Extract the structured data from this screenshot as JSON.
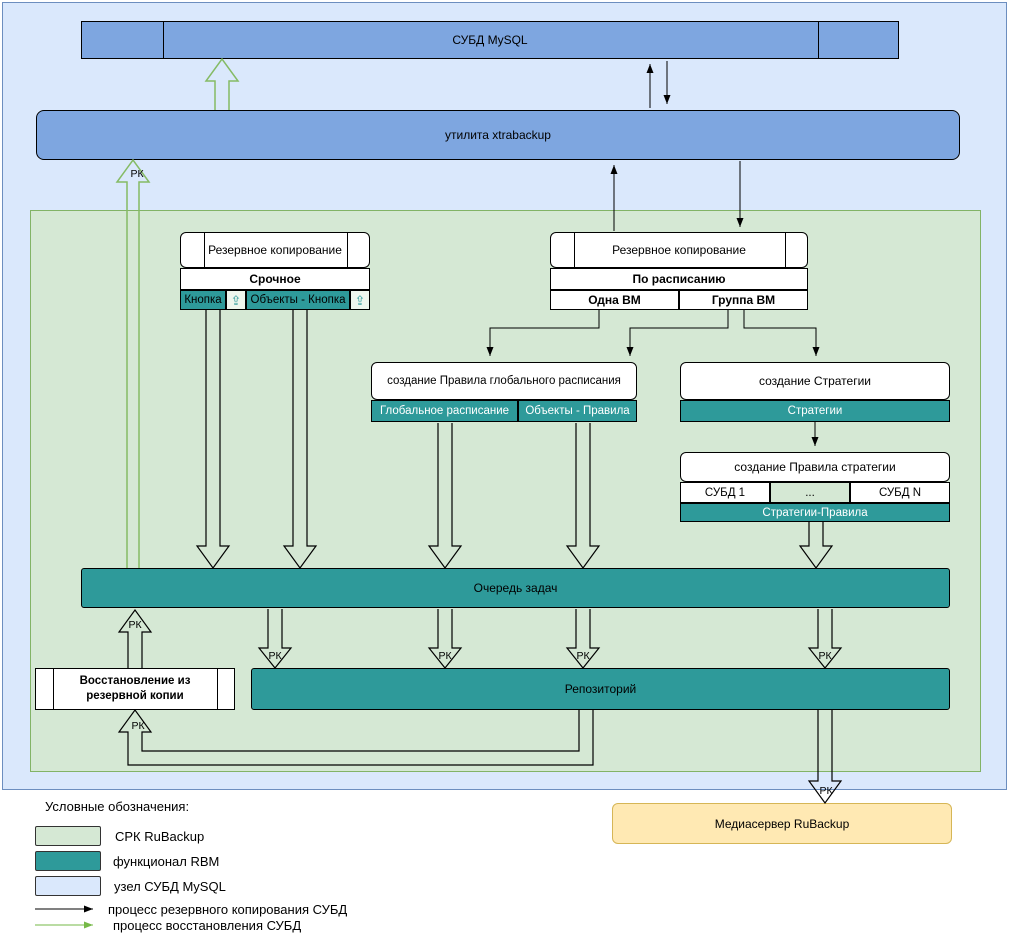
{
  "labels": {
    "rk": "РК"
  },
  "top": {
    "mysql_title": "СУБД MySQL",
    "xtrabackup_title": "утилита xtrabackup"
  },
  "urgent": {
    "title": "Резервное копирование",
    "mode": "Срочное",
    "button": "Кнопка",
    "objects_button": "Объекты - Кнопка",
    "upload_icon": "⇪"
  },
  "scheduled": {
    "title": "Резервное копирование",
    "mode": "По расписанию",
    "one_vm": "Одна ВМ",
    "group_vm": "Группа ВМ"
  },
  "global_rule": {
    "title": "создание Правила глобального расписания",
    "cell_schedule": "Глобальное расписание",
    "cell_objects": "Объекты - Правила"
  },
  "strategy": {
    "title": "создание Стратегии",
    "row": "Стратегии"
  },
  "strategy_rule": {
    "title": "создание Правила стратегии",
    "db1": "СУБД 1",
    "dots": "...",
    "dbn": "СУБД N",
    "row": "Стратегии-Правила"
  },
  "queue": {
    "title": "Очередь задач"
  },
  "restore": {
    "line1": "Восстановление из",
    "line2": "резервной копии"
  },
  "repository": {
    "title": "Репозиторий"
  },
  "media_server": {
    "title": "Медиасервер RuBackup"
  },
  "legend": {
    "title": "Условные обозначения:",
    "items": [
      {
        "label": "СРК RuBackup",
        "color": "#d5e8d4"
      },
      {
        "label": "функционал RBM",
        "color": "#2e9a9a"
      },
      {
        "label": "узел СУБД MySQL",
        "color": "#dae8fc"
      }
    ],
    "arrows": [
      {
        "label": "процесс резервного копирования СУБД",
        "color": "#000000"
      },
      {
        "label": "процесс восстановления СУБД",
        "color": "#76b947"
      }
    ]
  },
  "colors": {
    "teal_rbm": "#2e9a9a",
    "srk_green": "#d5e8d4",
    "mysql_node_blue": "#dae8fc",
    "box_blue": "#7ea6e0",
    "restore_green_arrow": "#85bb65",
    "media_yellow": "#ffe9b3"
  }
}
